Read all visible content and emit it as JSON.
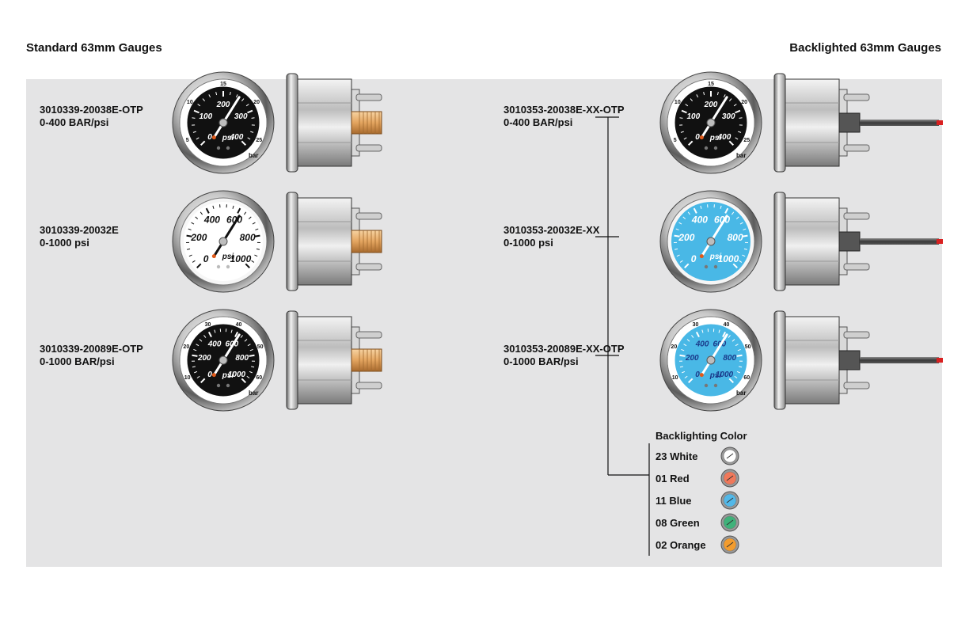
{
  "headings": {
    "standard": "Standard 63mm Gauges",
    "backlighted": "Backlighted 63mm Gauges"
  },
  "standard_parts": [
    {
      "part_number": "3010339-20038E-OTP",
      "range": "0-400 BAR/psi",
      "dial": "dual",
      "face_color": "#111111",
      "ticks": [
        "0",
        "100",
        "200",
        "300",
        "400"
      ],
      "outer_ticks": [
        "5",
        "10",
        "15",
        "20",
        "25"
      ],
      "unit": "psi",
      "outer_unit": "bar"
    },
    {
      "part_number": "3010339-20032E",
      "range": "0-1000 psi",
      "dial": "single",
      "face_color": "#ffffff",
      "ticks": [
        "0",
        "200",
        "400",
        "600",
        "800",
        "1000"
      ],
      "unit": "psi"
    },
    {
      "part_number": "3010339-20089E-OTP",
      "range": "0-1000 BAR/psi",
      "dial": "dual",
      "face_color": "#111111",
      "ticks": [
        "0",
        "200",
        "400",
        "600",
        "800",
        "1000"
      ],
      "outer_ticks": [
        "10",
        "20",
        "30",
        "40",
        "50",
        "60"
      ],
      "unit": "psi",
      "outer_unit": "bar"
    }
  ],
  "backlighted_parts": [
    {
      "part_number": "3010353-20038E-XX-OTP",
      "range": "0-400 BAR/psi",
      "dial": "dual",
      "face_color": "#111111",
      "ticks": [
        "0",
        "100",
        "200",
        "300",
        "400"
      ],
      "outer_ticks": [
        "5",
        "10",
        "15",
        "20",
        "25"
      ],
      "unit": "psi",
      "outer_unit": "bar"
    },
    {
      "part_number": "3010353-20032E-XX",
      "range": "0-1000 psi",
      "dial": "single",
      "face_color": "#49b8e6",
      "ticks": [
        "0",
        "200",
        "400",
        "600",
        "800",
        "1000"
      ],
      "unit": "psi"
    },
    {
      "part_number": "3010353-20089E-XX-OTP",
      "range": "0-1000 BAR/psi",
      "dial": "dual",
      "face_color": "#49b8e6",
      "ticks": [
        "0",
        "200",
        "400",
        "600",
        "800",
        "1000"
      ],
      "outer_ticks": [
        "10",
        "20",
        "30",
        "40",
        "50",
        "60"
      ],
      "unit": "psi",
      "outer_unit": "bar"
    }
  ],
  "backlighting": {
    "title": "Backlighting Color",
    "colors": [
      {
        "label": "23 White",
        "color": "#ffffff"
      },
      {
        "label": "01 Red",
        "color": "#f0785a"
      },
      {
        "label": "11 Blue",
        "color": "#52b8e8"
      },
      {
        "label": "08 Green",
        "color": "#3fb27a"
      },
      {
        "label": "02 Orange",
        "color": "#f39c2e"
      }
    ]
  },
  "colors": {
    "panel": "#e4e4e5",
    "brass_fitting": "#e3a45f",
    "wire_red": "#d92020"
  }
}
